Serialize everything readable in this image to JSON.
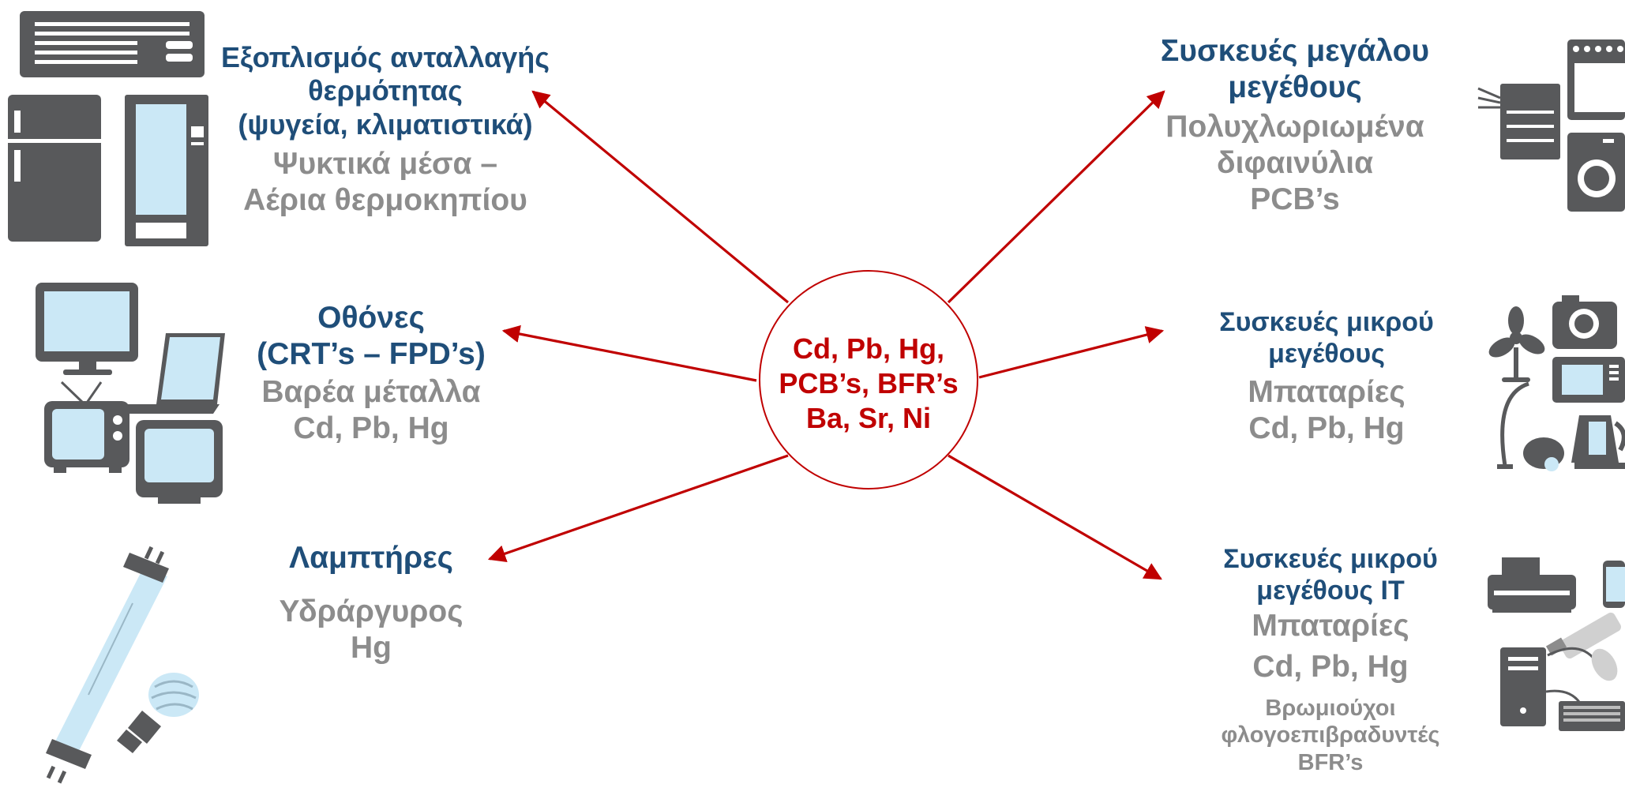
{
  "center": {
    "line1": "Cd, Pb, Hg,",
    "line2": "PCB’s, BFR’s",
    "line3": "Ba, Sr, Ni"
  },
  "nodes": {
    "heat_exchange": {
      "title1": "Εξοπλισμός ανταλλαγής",
      "title2": "θερμότητας",
      "title3": "(ψυγεία, κλιματιστικά)",
      "sub1": "Ψυκτικά μέσα –",
      "sub2": "Αέρια θερμοκηπίου"
    },
    "screens": {
      "title1": "Οθόνες",
      "title2": "(CRT’s – FPD’s)",
      "sub1": "Βαρέα μέταλλα",
      "sub2": "Cd, Pb, Hg"
    },
    "lamps": {
      "title1": "Λαμπτήρες",
      "sub1": "Υδράργυρος",
      "sub2": "Hg"
    },
    "large": {
      "title1": "Συσκευές μεγάλου",
      "title2": "μεγέθους",
      "sub1": "Πολυχλωριωμένα",
      "sub2": "διφαινύλια",
      "sub3": "PCB’s"
    },
    "small": {
      "title1": "Συσκευές μικρού",
      "title2": "μεγέθους",
      "sub1": "Μπαταρίες",
      "sub2": "Cd, Pb, Hg"
    },
    "small_it": {
      "title1": "Συσκευές μικρού",
      "title2": "μεγέθους IT",
      "sub1": "Μπαταρίες",
      "sub2": "Cd, Pb, Hg",
      "note1": "Βρωμιούχοι",
      "note2": "φλογοεπιβραδυντές",
      "note3": "BFR’s"
    }
  },
  "icons": [
    "air-conditioner-icon",
    "fridge-icon",
    "vending-machine-icon",
    "monitor-icon",
    "laptop-icon",
    "tv-icon",
    "crt-screen-icon",
    "fluorescent-tube-icon",
    "cfl-bulb-icon",
    "copier-icon",
    "oven-icon",
    "washing-machine-icon",
    "fan-icon",
    "camera-icon",
    "microwave-icon",
    "vacuum-cleaner-icon",
    "kettle-icon",
    "printer-icon",
    "phone-icon",
    "usb-stick-icon",
    "mouse-icon",
    "desktop-tower-icon",
    "keyboard-icon"
  ],
  "colors": {
    "arrow": "#c00000",
    "title": "#1f4e79",
    "subtitle": "#8c8c8c",
    "icon_dark": "#58595b",
    "icon_light": "#cbe8f6"
  }
}
